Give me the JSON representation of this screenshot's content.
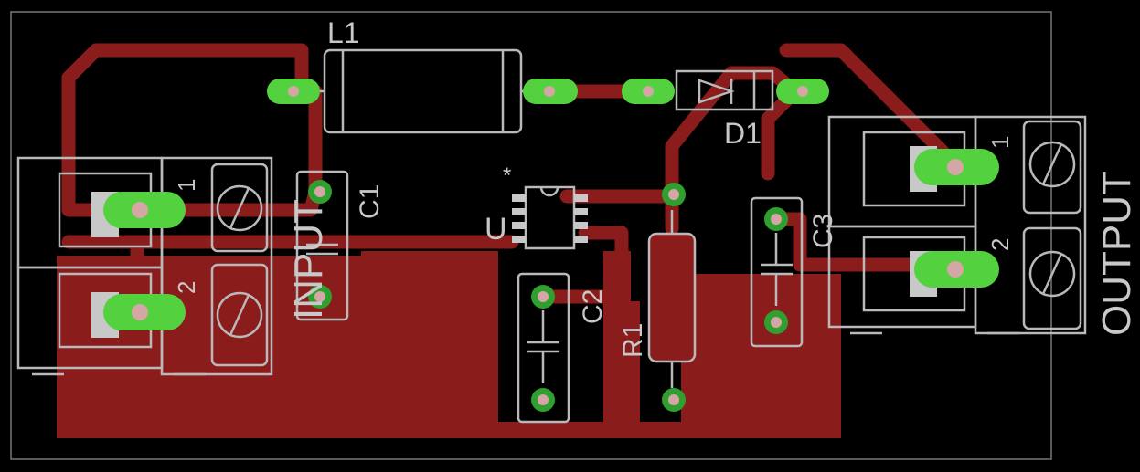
{
  "labels": {
    "l1": "L1",
    "d1": "D1",
    "c1": "C1",
    "c2": "C2",
    "c3": "C3",
    "r1": "R1",
    "u": "U",
    "star": "*",
    "input": "INPUT",
    "output": "OUTPUT",
    "in_pin1": "1",
    "in_pin2": "2",
    "out_pin1": "1",
    "out_pin2": "2"
  },
  "colors": {
    "background": "#000000",
    "copper": "#8b1c1c",
    "pad": "#2fa02f",
    "silkscreen": "#b9b9b9"
  }
}
